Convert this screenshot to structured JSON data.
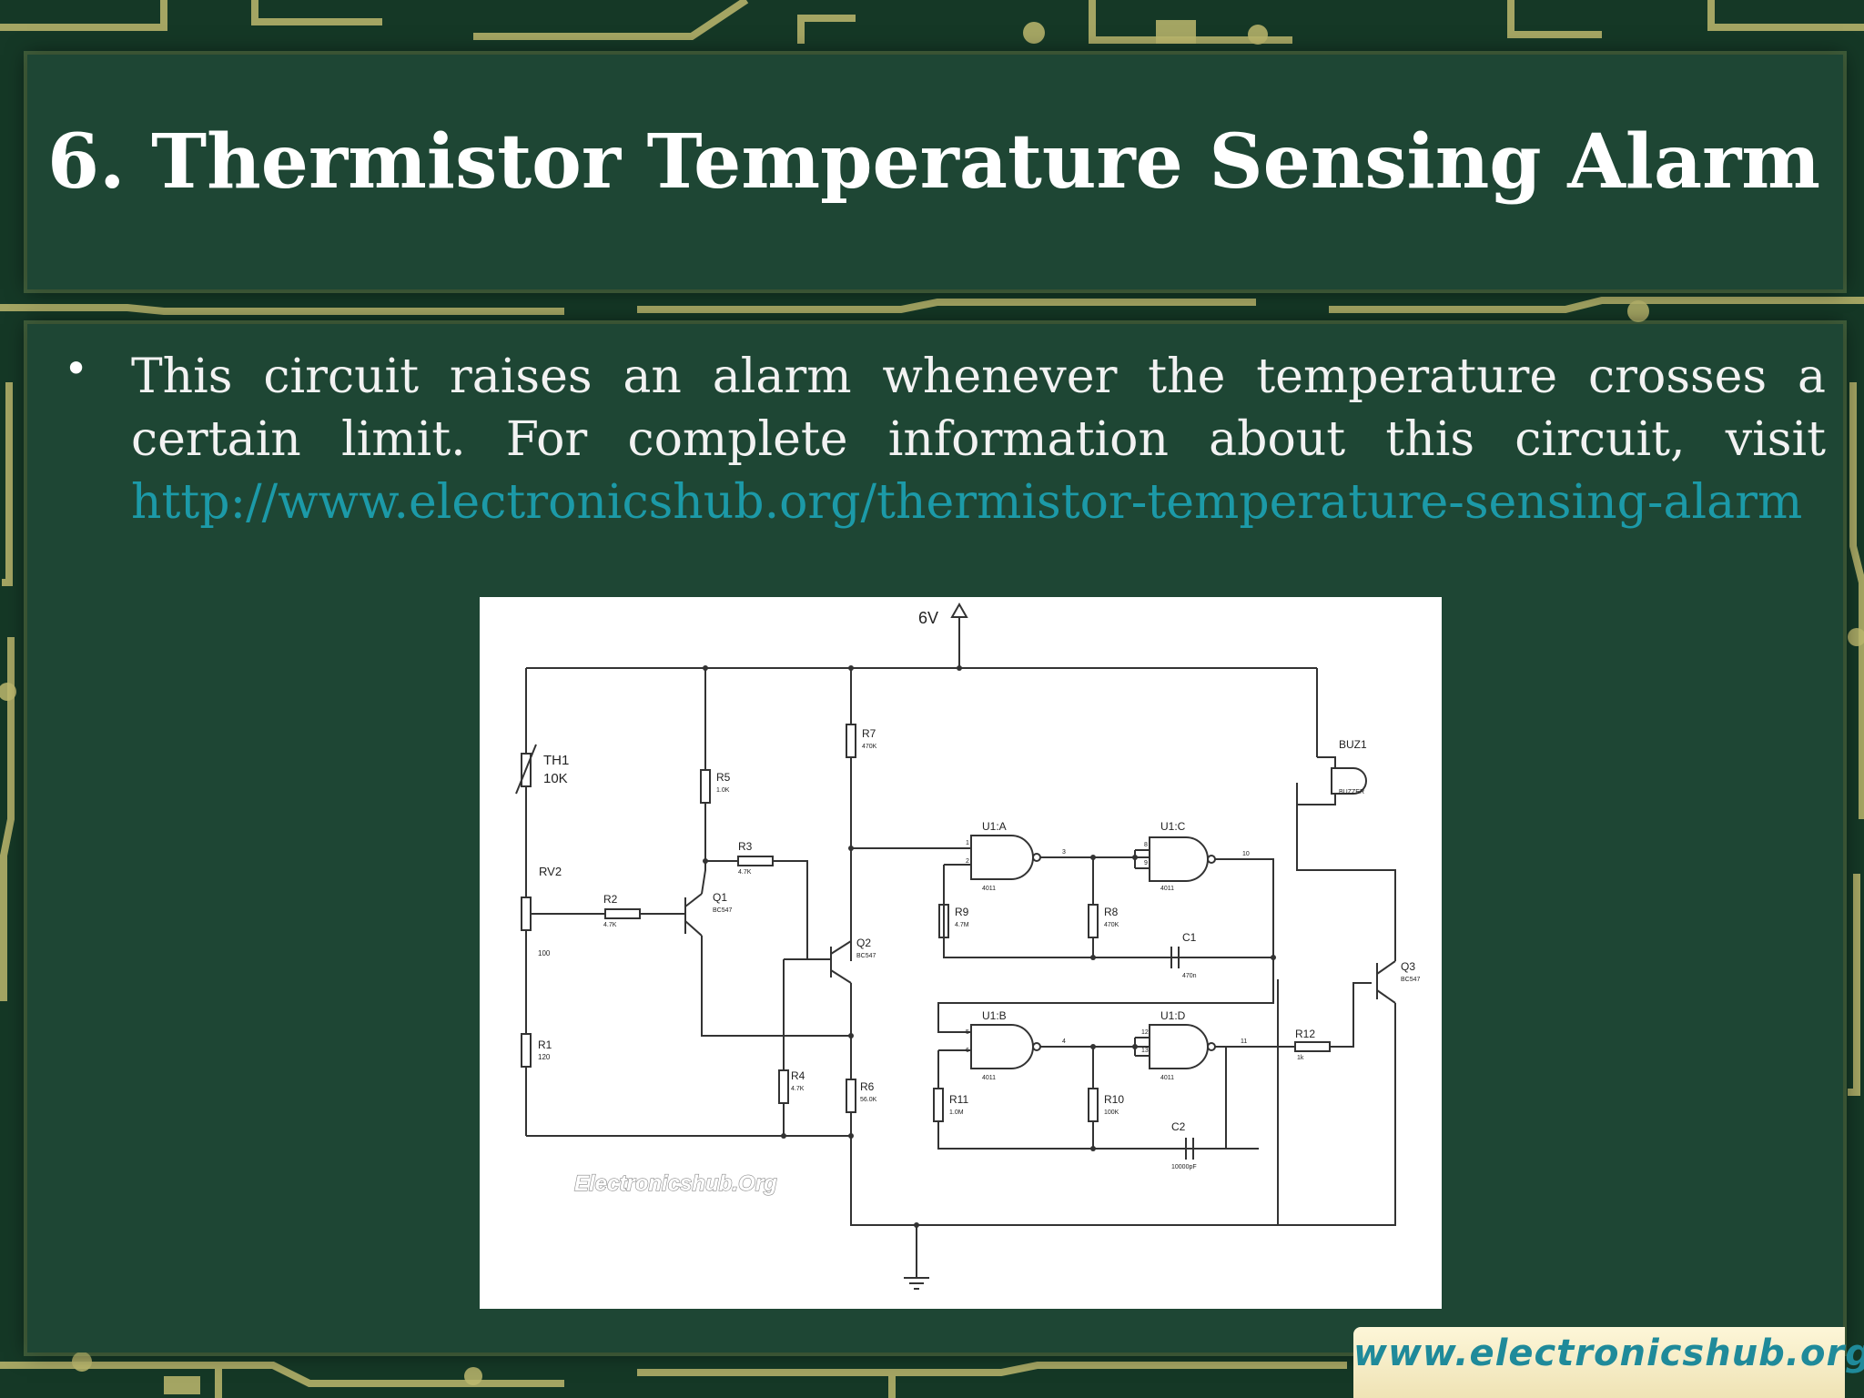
{
  "slide": {
    "title": "6. Thermistor Temperature Sensing Alarm",
    "bullet_text": "This circuit raises an alarm whenever the temperature crosses a certain limit. For complete information about this circuit, visit",
    "link": "http://www.electronicshub.org/thermistor-temperature-sensing-alarm"
  },
  "schematic": {
    "supply": "6V",
    "watermark": "Electronicshub.Org",
    "components": {
      "th1": "TH1",
      "th1_value": "10K",
      "rv2": "RV2",
      "rv2_value": "100",
      "r1": "R1",
      "r1_value": "120",
      "r2": "R2",
      "r2_value": "4.7K",
      "r3": "R3",
      "r3_value": "4.7K",
      "r4": "R4",
      "r4_value": "4.7K",
      "r5": "R5",
      "r5_value": "1.0K",
      "r6": "R6",
      "r6_value": "56.0K",
      "r7": "R7",
      "r7_value": "470K",
      "r8": "R8",
      "r8_value": "470K",
      "r9": "R9",
      "r9_value": "4.7M",
      "r10": "R10",
      "r10_value": "100K",
      "r11": "R11",
      "r11_value": "1.0M",
      "r12": "R12",
      "r12_value": "1k",
      "c1": "C1",
      "c1_value": "470n",
      "c2": "C2",
      "c2_value": "10000pF",
      "q1": "Q1",
      "q1_value": "BC547",
      "q2": "Q2",
      "q2_value": "BC547",
      "q3": "Q3",
      "q3_value": "BC547",
      "buz1": "BUZ1",
      "buz1_value": "BUZZER",
      "u1a": "U1:A",
      "u1b": "U1:B",
      "u1c": "U1:C",
      "u1d": "U1:D",
      "ic": "4011"
    },
    "pins": {
      "a1": "1",
      "a2": "2",
      "a3": "3",
      "c8": "8",
      "c9": "9",
      "c10": "10",
      "b5": "5",
      "b6": "6",
      "b4": "4",
      "d12": "12",
      "d13": "13",
      "d11": "11"
    }
  },
  "footer": {
    "site": "www.electronicshub.org"
  },
  "colors": {
    "background": "#153826",
    "panel": "#1e4634",
    "link": "#1c9aa8",
    "trace": "#b9b872"
  }
}
